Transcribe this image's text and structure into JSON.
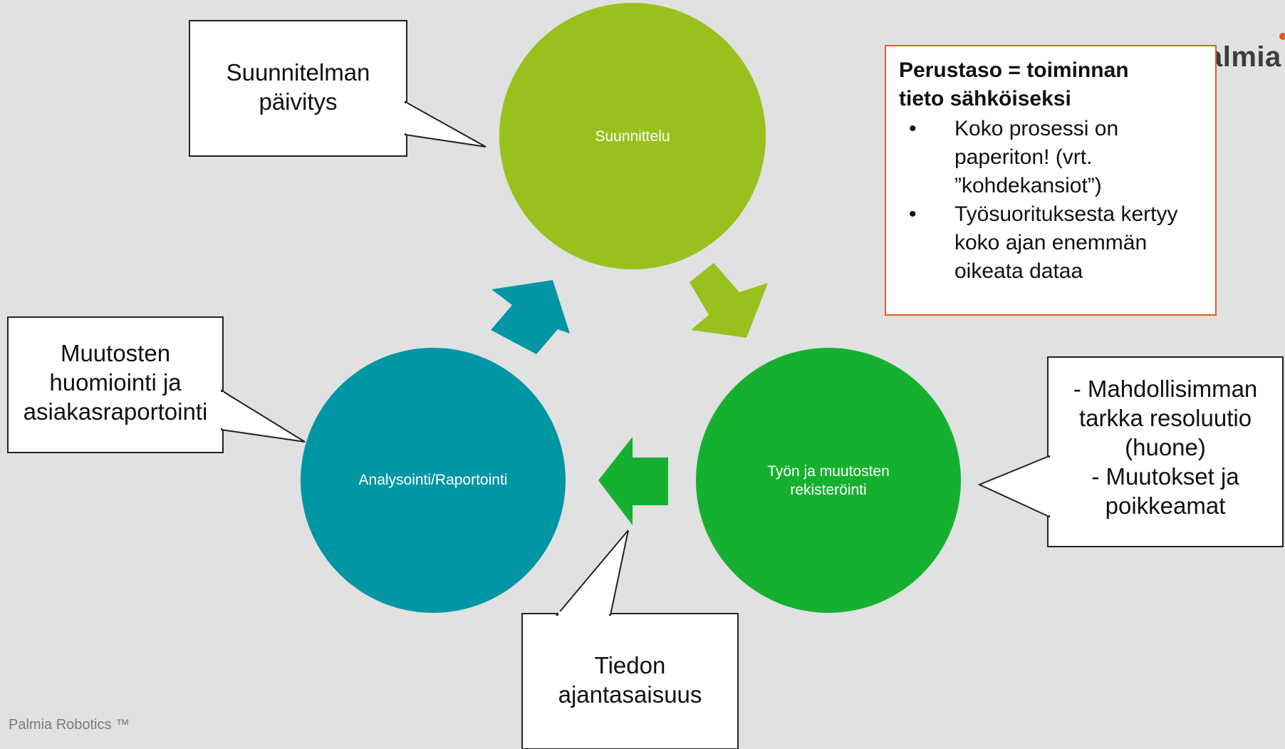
{
  "diagram": {
    "nodes": {
      "planning": {
        "label": "Suunnittelu",
        "color": "#98c11d"
      },
      "registration": {
        "label": "Työn ja muutosten rekisteröinti",
        "lines": [
          "Työn ja muutosten",
          "rekisteröinti"
        ],
        "color": "#16b031"
      },
      "analysis": {
        "label": "Analysointi/Raportointi",
        "color": "#0196a4"
      }
    },
    "arrows": [
      {
        "from": "analysis",
        "to": "planning",
        "color": "#0196a4"
      },
      {
        "from": "planning",
        "to": "registration",
        "color": "#98c11d"
      },
      {
        "from": "registration",
        "to": "analysis",
        "color": "#16b031"
      }
    ],
    "callouts": {
      "plan_update": [
        "Suunnitelman",
        "päivitys"
      ],
      "changes_reporting": [
        "Muutosten",
        "huomiointi ja",
        "asiakasraportointi"
      ],
      "resolution": [
        "- Mahdollisimman",
        "tarkka resoluutio",
        "(huone)",
        "- Muutokset ja",
        "poikkeamat"
      ],
      "timeliness": [
        "Tiedon",
        "ajantasaisuus"
      ]
    }
  },
  "info_box": {
    "title_lines": [
      "Perustaso = toiminnan",
      "tieto sähköiseksi"
    ],
    "bullets": [
      {
        "symbol": "•",
        "lines": [
          "Koko prosessi on",
          "paperiton! (vrt.",
          "”kohdekansiot”)"
        ]
      },
      {
        "symbol": "•",
        "lines": [
          "Työsuorituksesta kertyy",
          "koko ajan enemmän",
          "oikeata dataa"
        ]
      }
    ],
    "border_color": "#e05a24"
  },
  "logo": {
    "text": "almia",
    "accent_color": "#e05a24"
  },
  "footer": {
    "text": "Palmia Robotics ™"
  }
}
